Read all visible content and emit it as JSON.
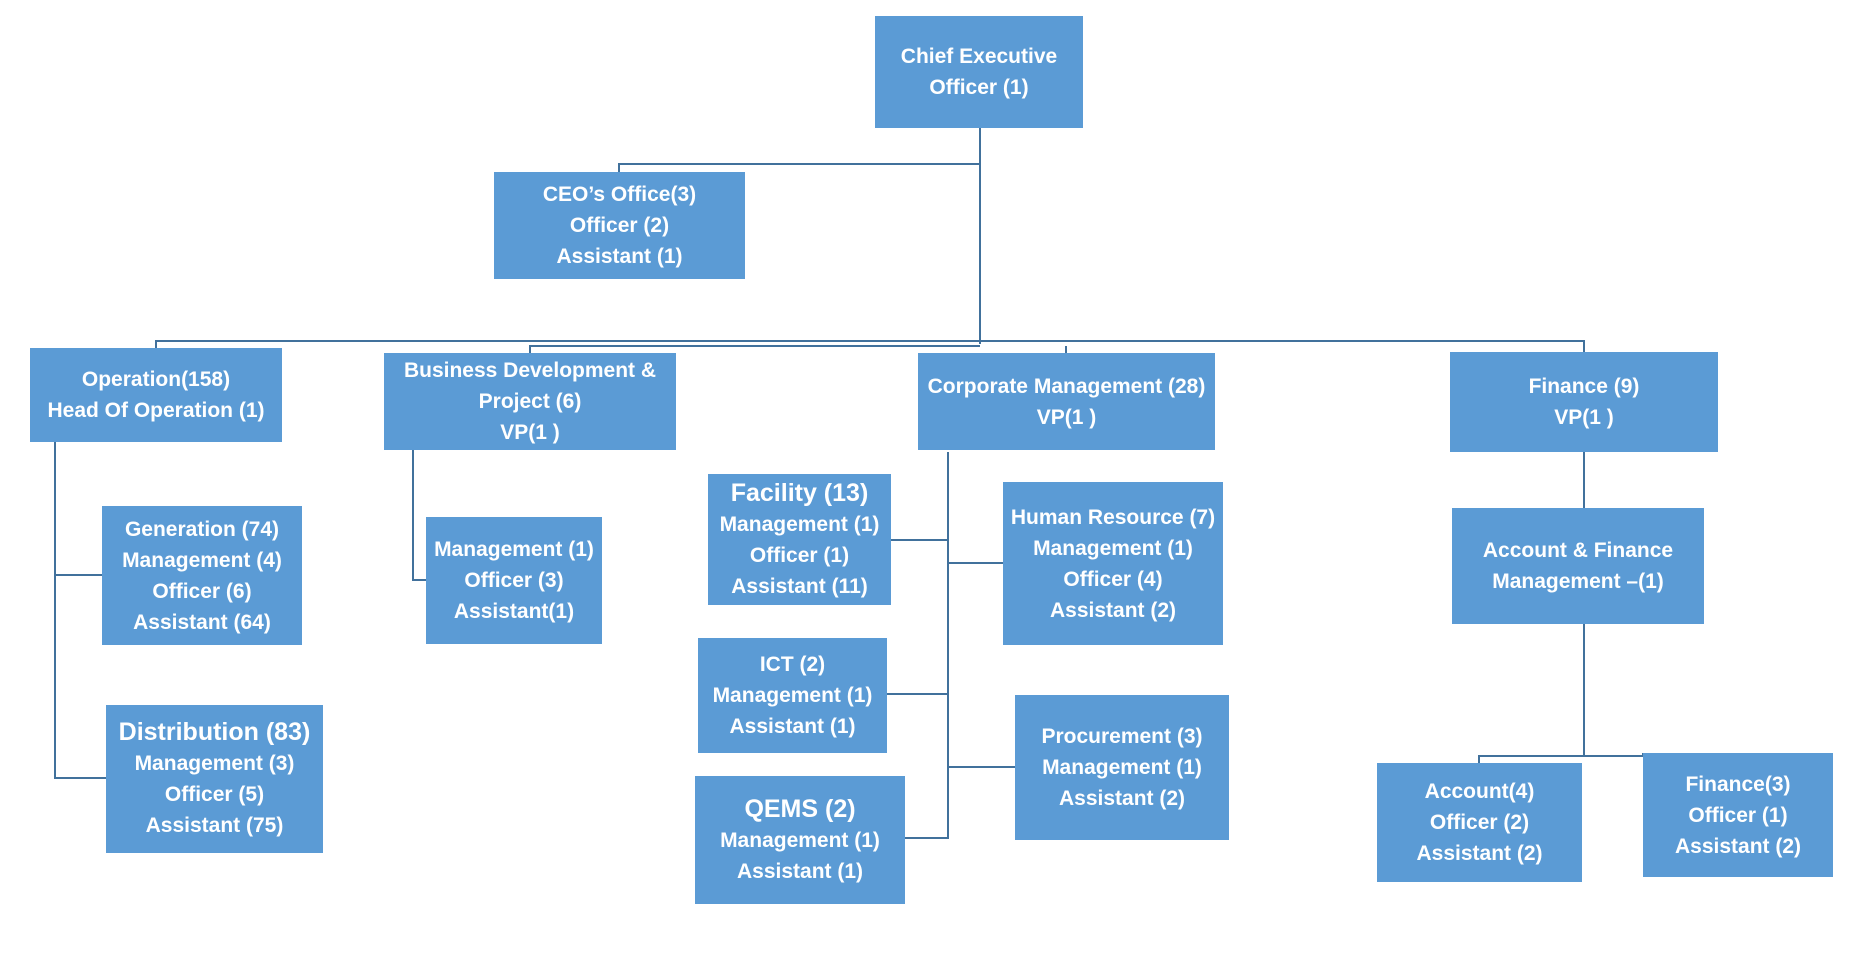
{
  "org_chart": {
    "ceo": {
      "lines": [
        "Chief Executive",
        "Officer  (1)"
      ]
    },
    "ceo_office": {
      "lines": [
        "CEO’s Office(3)",
        "Officer (2)",
        "Assistant   (1)"
      ]
    },
    "operation": {
      "lines": [
        "Operation(158)",
        "Head Of Operation (1)"
      ]
    },
    "generation": {
      "lines": [
        "Generation (74)",
        "Management (4)",
        "Officer (6)",
        "Assistant (64)"
      ]
    },
    "distribution": {
      "lines": [
        "Distribution (83)",
        "Management (3)",
        "Officer (5)",
        "Assistant (75)"
      ]
    },
    "business_development": {
      "lines": [
        "Business Development &",
        "Project (6)",
        "VP(1 )"
      ]
    },
    "bd_team": {
      "lines": [
        "Management (1)",
        "Officer (3)",
        "Assistant(1)"
      ]
    },
    "corporate_management": {
      "lines": [
        "Corporate Management (28)",
        "VP(1 )"
      ]
    },
    "facility": {
      "lines": [
        "Facility (13)",
        "Management (1)",
        "Officer (1)",
        "Assistant (11)"
      ]
    },
    "ict": {
      "lines": [
        "ICT (2)",
        "Management (1)",
        "Assistant (1)"
      ]
    },
    "qems": {
      "lines": [
        "QEMS (2)",
        "Management (1)",
        "Assistant  (1)"
      ]
    },
    "human_resource": {
      "lines": [
        "Human Resource (7)",
        "Management (1)",
        "Officer (4)",
        "Assistant (2)"
      ]
    },
    "procurement": {
      "lines": [
        "Procurement (3)",
        "Management (1)",
        "Assistant (2)"
      ]
    },
    "finance": {
      "lines": [
        "Finance (9)",
        "VP(1 )"
      ]
    },
    "account_finance": {
      "lines": [
        "Account & Finance",
        "Management –(1)"
      ]
    },
    "account": {
      "lines": [
        "Account(4)",
        "Officer (2)",
        "Assistant (2)"
      ]
    },
    "finance_team": {
      "lines": [
        "Finance(3)",
        "Officer (1)",
        "Assistant (2)"
      ]
    }
  },
  "colors": {
    "box_fill": "#5b9bd5",
    "connector": "#41719c",
    "text": "#ffffff"
  }
}
